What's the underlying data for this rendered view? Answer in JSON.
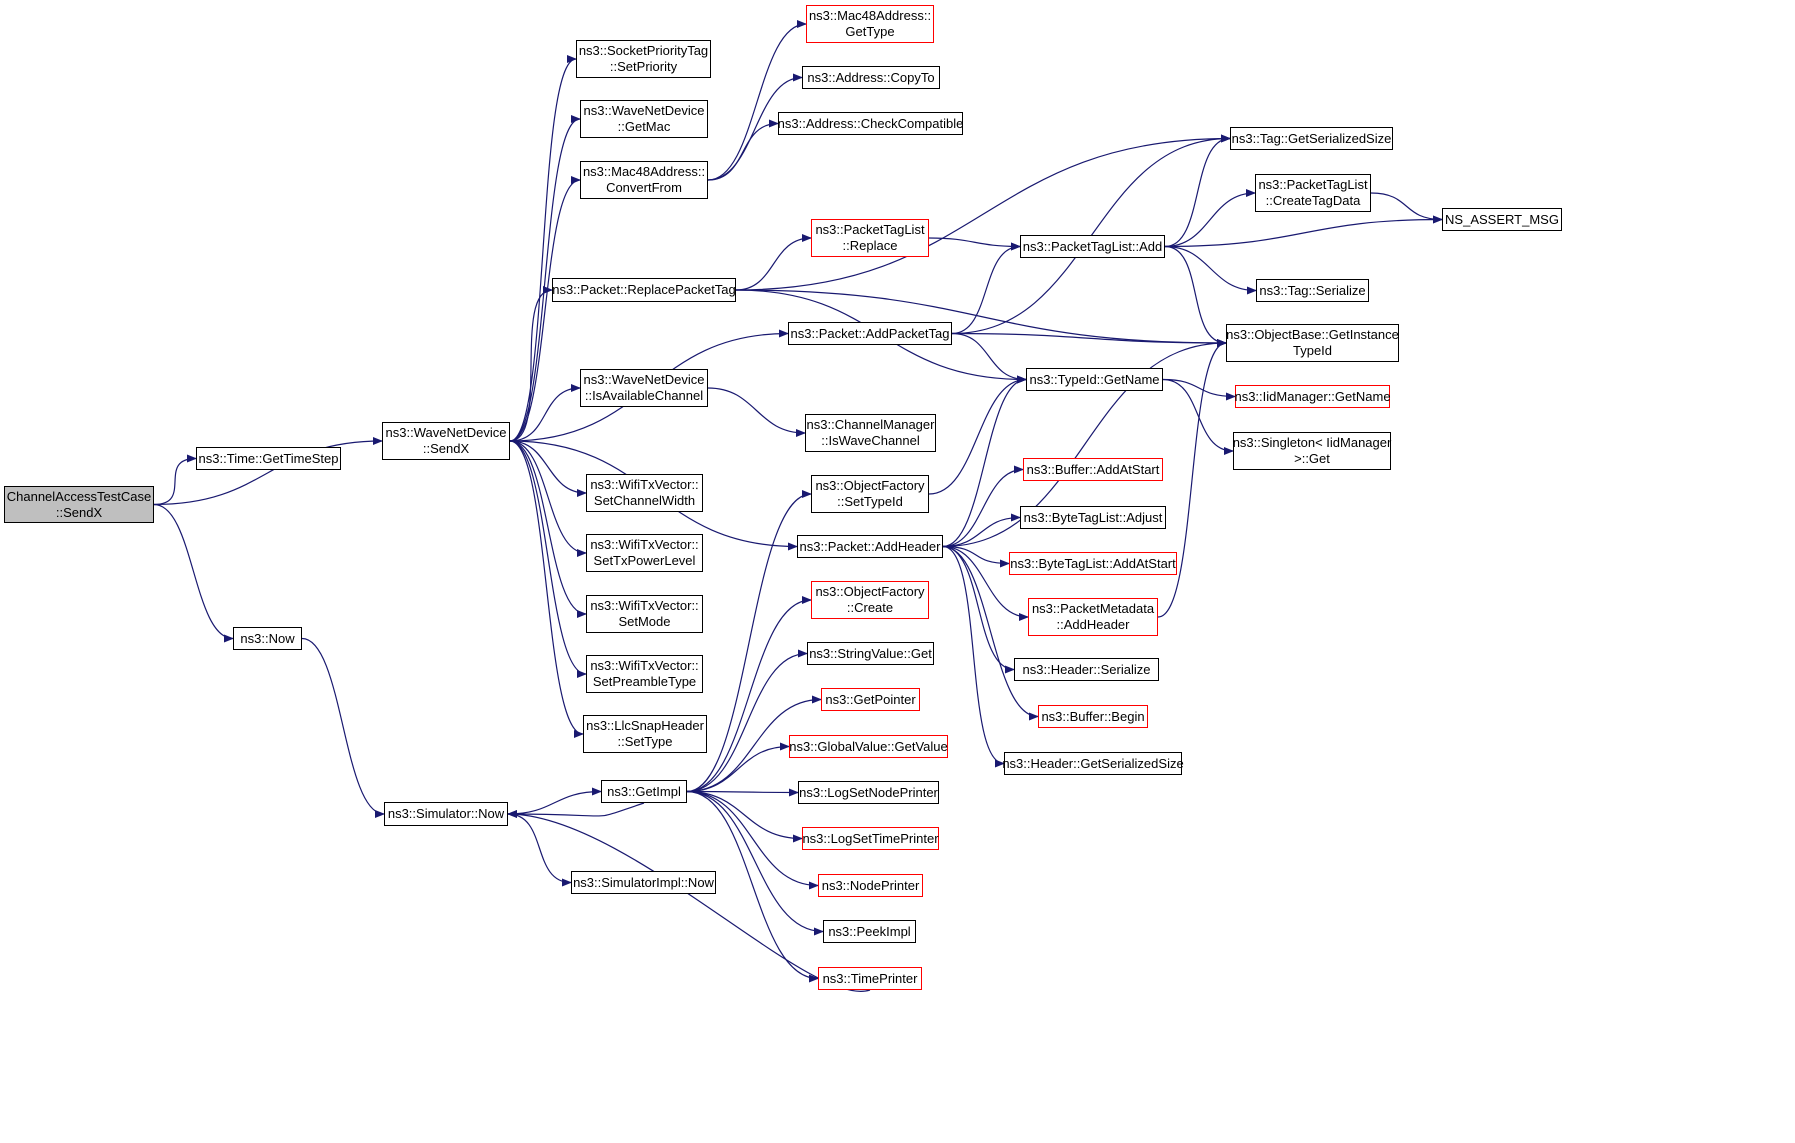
{
  "colors": {
    "edge": "#191970",
    "border_normal": "#000000",
    "border_truncated": "#ff0000",
    "root_fill": "#bfbfbf",
    "background": "#ffffff"
  },
  "nodes": {
    "root": {
      "label": "ChannelAccessTestCase\n::SendX",
      "style": "root"
    },
    "time_timestep": {
      "label": "ns3::Time::GetTimeStep",
      "style": "normal"
    },
    "wnd_sendx": {
      "label": "ns3::WaveNetDevice\n::SendX",
      "style": "normal"
    },
    "now": {
      "label": "ns3::Now",
      "style": "normal"
    },
    "sim_now": {
      "label": "ns3::Simulator::Now",
      "style": "normal"
    },
    "spt_setprio": {
      "label": "ns3::SocketPriorityTag\n::SetPriority",
      "style": "normal"
    },
    "wnd_getmac": {
      "label": "ns3::WaveNetDevice\n::GetMac",
      "style": "normal"
    },
    "mac_convert": {
      "label": "ns3::Mac48Address::\nConvertFrom",
      "style": "normal"
    },
    "pkt_replace": {
      "label": "ns3::Packet::ReplacePacketTag",
      "style": "normal"
    },
    "wnd_isavail": {
      "label": "ns3::WaveNetDevice\n::IsAvailableChannel",
      "style": "normal"
    },
    "wtx_width": {
      "label": "ns3::WifiTxVector::\nSetChannelWidth",
      "style": "normal"
    },
    "wtx_power": {
      "label": "ns3::WifiTxVector::\nSetTxPowerLevel",
      "style": "normal"
    },
    "wtx_mode": {
      "label": "ns3::WifiTxVector::\nSetMode",
      "style": "normal"
    },
    "wtx_preamble": {
      "label": "ns3::WifiTxVector::\nSetPreambleType",
      "style": "normal"
    },
    "llc_settype": {
      "label": "ns3::LlcSnapHeader\n::SetType",
      "style": "normal"
    },
    "getimpl": {
      "label": "ns3::GetImpl",
      "style": "normal"
    },
    "simimpl_now": {
      "label": "ns3::SimulatorImpl::Now",
      "style": "normal"
    },
    "mac_gettype": {
      "label": "ns3::Mac48Address::\nGetType",
      "style": "truncated"
    },
    "addr_copyto": {
      "label": "ns3::Address::CopyTo",
      "style": "normal"
    },
    "addr_check": {
      "label": "ns3::Address::CheckCompatible",
      "style": "normal"
    },
    "ptl_replace": {
      "label": "ns3::PacketTagList\n::Replace",
      "style": "truncated"
    },
    "pkt_addtag": {
      "label": "ns3::Packet::AddPacketTag",
      "style": "normal"
    },
    "cm_iswave": {
      "label": "ns3::ChannelManager\n::IsWaveChannel",
      "style": "normal"
    },
    "of_settypeid": {
      "label": "ns3::ObjectFactory\n::SetTypeId",
      "style": "normal"
    },
    "pkt_addheader": {
      "label": "ns3::Packet::AddHeader",
      "style": "normal"
    },
    "of_create": {
      "label": "ns3::ObjectFactory\n::Create",
      "style": "truncated"
    },
    "sv_get": {
      "label": "ns3::StringValue::Get",
      "style": "normal"
    },
    "getpointer": {
      "label": "ns3::GetPointer",
      "style": "truncated"
    },
    "gv_getvalue": {
      "label": "ns3::GlobalValue::GetValue",
      "style": "truncated"
    },
    "log_node": {
      "label": "ns3::LogSetNodePrinter",
      "style": "normal"
    },
    "log_time": {
      "label": "ns3::LogSetTimePrinter",
      "style": "truncated"
    },
    "nodeprinter": {
      "label": "ns3::NodePrinter",
      "style": "truncated"
    },
    "peekimpl": {
      "label": "ns3::PeekImpl",
      "style": "normal"
    },
    "timeprinter": {
      "label": "ns3::TimePrinter",
      "style": "truncated"
    },
    "ptl_add": {
      "label": "ns3::PacketTagList::Add",
      "style": "normal"
    },
    "typeid_getname": {
      "label": "ns3::TypeId::GetName",
      "style": "normal"
    },
    "buf_addatstart": {
      "label": "ns3::Buffer::AddAtStart",
      "style": "truncated"
    },
    "btl_adjust": {
      "label": "ns3::ByteTagList::Adjust",
      "style": "normal"
    },
    "btl_addatstart": {
      "label": "ns3::ByteTagList::AddAtStart",
      "style": "truncated"
    },
    "pm_addheader": {
      "label": "ns3::PacketMetadata\n::AddHeader",
      "style": "truncated"
    },
    "hdr_serialize": {
      "label": "ns3::Header::Serialize",
      "style": "normal"
    },
    "buf_begin": {
      "label": "ns3::Buffer::Begin",
      "style": "truncated"
    },
    "hdr_getsize": {
      "label": "ns3::Header::GetSerializedSize",
      "style": "normal"
    },
    "tag_getsize": {
      "label": "ns3::Tag::GetSerializedSize",
      "style": "normal"
    },
    "ptl_createdata": {
      "label": "ns3::PacketTagList\n::CreateTagData",
      "style": "normal"
    },
    "tag_serialize": {
      "label": "ns3::Tag::Serialize",
      "style": "normal"
    },
    "ob_getinstance": {
      "label": "ns3::ObjectBase::GetInstance\nTypeId",
      "style": "normal"
    },
    "iid_getname": {
      "label": "ns3::IidManager::GetName",
      "style": "truncated"
    },
    "singleton_get": {
      "label": "ns3::Singleton< IidManager\n>::Get",
      "style": "normal"
    },
    "ns_assert": {
      "label": "NS_ASSERT_MSG",
      "style": "normal"
    }
  },
  "edges": [
    [
      "root",
      "time_timestep"
    ],
    [
      "root",
      "wnd_sendx"
    ],
    [
      "root",
      "now"
    ],
    [
      "now",
      "sim_now"
    ],
    [
      "wnd_sendx",
      "spt_setprio"
    ],
    [
      "wnd_sendx",
      "wnd_getmac"
    ],
    [
      "wnd_sendx",
      "mac_convert"
    ],
    [
      "wnd_sendx",
      "pkt_replace"
    ],
    [
      "wnd_sendx",
      "pkt_addtag"
    ],
    [
      "wnd_sendx",
      "wnd_isavail"
    ],
    [
      "wnd_sendx",
      "pkt_addheader"
    ],
    [
      "wnd_sendx",
      "wtx_width"
    ],
    [
      "wnd_sendx",
      "wtx_power"
    ],
    [
      "wnd_sendx",
      "wtx_mode"
    ],
    [
      "wnd_sendx",
      "wtx_preamble"
    ],
    [
      "wnd_sendx",
      "llc_settype"
    ],
    [
      "sim_now",
      "getimpl"
    ],
    [
      "sim_now",
      "simimpl_now"
    ],
    [
      "getimpl",
      "of_settypeid"
    ],
    [
      "getimpl",
      "of_create"
    ],
    [
      "getimpl",
      "sv_get"
    ],
    [
      "getimpl",
      "getpointer"
    ],
    [
      "getimpl",
      "gv_getvalue"
    ],
    [
      "getimpl",
      "log_node"
    ],
    [
      "getimpl",
      "log_time"
    ],
    [
      "getimpl",
      "nodeprinter"
    ],
    [
      "getimpl",
      "peekimpl"
    ],
    [
      "getimpl",
      "timeprinter"
    ],
    [
      "getimpl",
      "sim_now"
    ],
    [
      "timeprinter",
      "sim_now"
    ],
    [
      "mac_convert",
      "mac_gettype"
    ],
    [
      "mac_convert",
      "addr_copyto"
    ],
    [
      "mac_convert",
      "addr_check"
    ],
    [
      "pkt_replace",
      "tag_getsize"
    ],
    [
      "pkt_replace",
      "ptl_replace"
    ],
    [
      "pkt_replace",
      "ob_getinstance"
    ],
    [
      "pkt_replace",
      "typeid_getname"
    ],
    [
      "ptl_replace",
      "ptl_add"
    ],
    [
      "pkt_addtag",
      "tag_getsize"
    ],
    [
      "pkt_addtag",
      "ptl_add"
    ],
    [
      "pkt_addtag",
      "ob_getinstance"
    ],
    [
      "pkt_addtag",
      "typeid_getname"
    ],
    [
      "wnd_isavail",
      "cm_iswave"
    ],
    [
      "of_settypeid",
      "typeid_getname"
    ],
    [
      "pkt_addheader",
      "typeid_getname"
    ],
    [
      "pkt_addheader",
      "ob_getinstance"
    ],
    [
      "pkt_addheader",
      "buf_addatstart"
    ],
    [
      "pkt_addheader",
      "btl_adjust"
    ],
    [
      "pkt_addheader",
      "btl_addatstart"
    ],
    [
      "pkt_addheader",
      "pm_addheader"
    ],
    [
      "pkt_addheader",
      "hdr_serialize"
    ],
    [
      "pkt_addheader",
      "buf_begin"
    ],
    [
      "pkt_addheader",
      "hdr_getsize"
    ],
    [
      "pm_addheader",
      "ob_getinstance"
    ],
    [
      "ptl_add",
      "tag_getsize"
    ],
    [
      "ptl_add",
      "ptl_createdata"
    ],
    [
      "ptl_add",
      "ns_assert"
    ],
    [
      "ptl_add",
      "tag_serialize"
    ],
    [
      "ptl_add",
      "ob_getinstance"
    ],
    [
      "ptl_createdata",
      "ns_assert"
    ],
    [
      "typeid_getname",
      "iid_getname"
    ],
    [
      "typeid_getname",
      "singleton_get"
    ]
  ]
}
